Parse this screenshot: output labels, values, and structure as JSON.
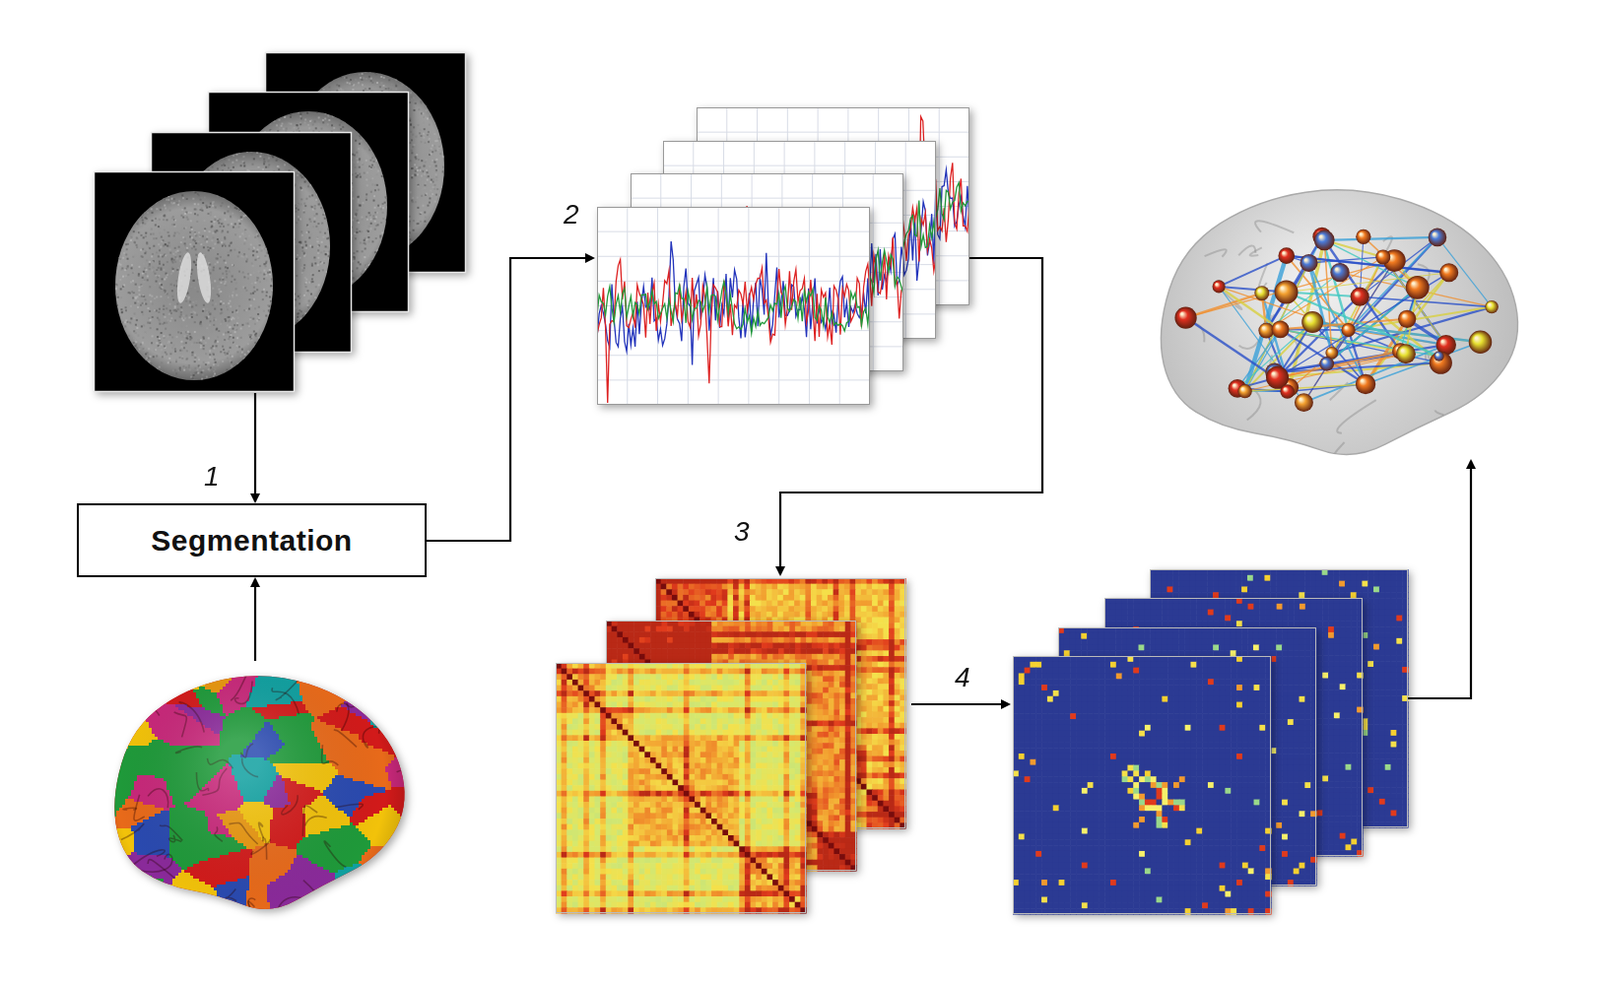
{
  "diagram": {
    "nodes": [
      {
        "text": [
          "Segmentation"
        ]
      }
    ],
    "labels": [
      "1",
      "2",
      "3",
      "4"
    ]
  }
}
